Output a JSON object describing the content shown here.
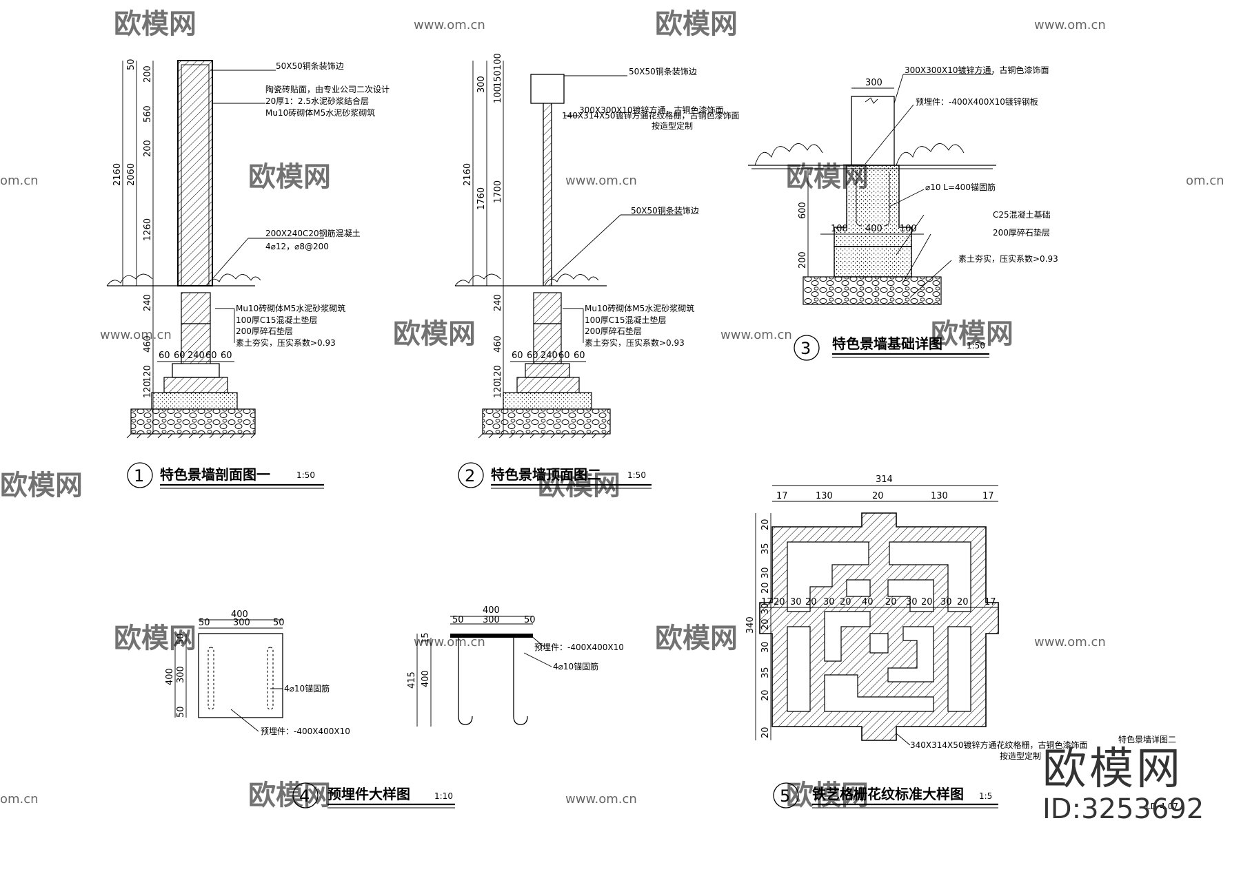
{
  "watermark": {
    "brand": "欧模网",
    "url": "www.om.cn",
    "short_url": "om.cn"
  },
  "brand": {
    "name": "欧模网",
    "id": "ID:3253692"
  },
  "sheet": {
    "drawing_name": "特色景墙详图二",
    "drawing_code": "LD-4.07"
  },
  "detail1": {
    "number": "1",
    "title": "特色景墙剖面图一",
    "scale": "1:50",
    "dims_left": [
      "50",
      "200",
      "560",
      "200",
      "1260",
      "240",
      "460",
      "120",
      "120"
    ],
    "dims_total": [
      "2160",
      "2060"
    ],
    "dims_bottom": [
      "60",
      "60",
      "240",
      "60",
      "60"
    ],
    "notes": [
      "50X50铜条装饰边",
      "陶瓷砖贴面，由专业公司二次设计",
      "20厚1：2.5水泥砂浆结合层",
      "Mu10砖砌体M5水泥砂浆砌筑",
      "200X240C20钢筋混凝土",
      "4⌀12，⌀8@200",
      "Mu10砖砌体M5水泥砂浆砌筑",
      "100厚C15混凝土垫层",
      "200厚碎石垫层",
      "素土夯实，压实系数>0.93"
    ]
  },
  "detail2": {
    "number": "2",
    "title": "特色景墙顶面图二",
    "scale": "1:50",
    "dims_left": [
      "300",
      "100",
      "150",
      "100",
      "1700",
      "240",
      "460",
      "120",
      "120"
    ],
    "dims_total": [
      "2160",
      "1760"
    ],
    "dims_bottom": [
      "60",
      "60",
      "240",
      "60",
      "60"
    ],
    "notes": [
      "50X50铜条装饰边",
      "300X300X10镀锌方通，古铜色漆饰面",
      "140X314X50镀锌方通花纹格栅，古铜色漆饰面",
      "按造型定制",
      "50X50铜条装饰边",
      "Mu10砖砌体M5水泥砂浆砌筑",
      "100厚C15混凝土垫层",
      "200厚碎石垫层",
      "素土夯实，压实系数>0.93"
    ]
  },
  "detail3": {
    "number": "3",
    "title": "特色景墙基础详图",
    "scale": "1:50",
    "dims": [
      "300",
      "600",
      "200",
      "100",
      "400",
      "100"
    ],
    "notes": [
      "300X300X10镀锌方通，古铜色漆饰面",
      "预埋件：-400X400X10镀锌钢板",
      "⌀10 L=400锚固筋",
      "C25混凝土基础",
      "200厚碎石垫层",
      "素土夯实，压实系数>0.93"
    ]
  },
  "detail4": {
    "number": "4",
    "title": "预埋件大样图",
    "scale": "1:10",
    "plan_dims": [
      "400",
      "50",
      "300",
      "50"
    ],
    "plan_side_dims": [
      "400",
      "50",
      "300",
      "50"
    ],
    "section_dims": [
      "400",
      "50",
      "300",
      "50",
      "15",
      "415",
      "400"
    ],
    "notes": [
      "4⌀10锚固筋",
      "预埋件：-400X400X10",
      "预埋件：-400X400X10",
      "4⌀10锚固筋"
    ]
  },
  "detail5": {
    "number": "5",
    "title": "铁艺格栅花纹标准大样图",
    "scale": "1:5",
    "top_total": "314",
    "top_dims": [
      "17",
      "130",
      "20",
      "130",
      "17"
    ],
    "mid_dims": [
      "17",
      "20",
      "30",
      "20",
      "30",
      "20",
      "40",
      "20",
      "30",
      "20",
      "30",
      "20",
      "17"
    ],
    "left_total": "340",
    "left_dims": [
      "20",
      "35",
      "30",
      "20",
      "30",
      "20",
      "30",
      "35",
      "20",
      "20"
    ],
    "notes": [
      "340X314X50镀锌方通花纹格栅，古铜色漆饰面",
      "按造型定制"
    ]
  }
}
